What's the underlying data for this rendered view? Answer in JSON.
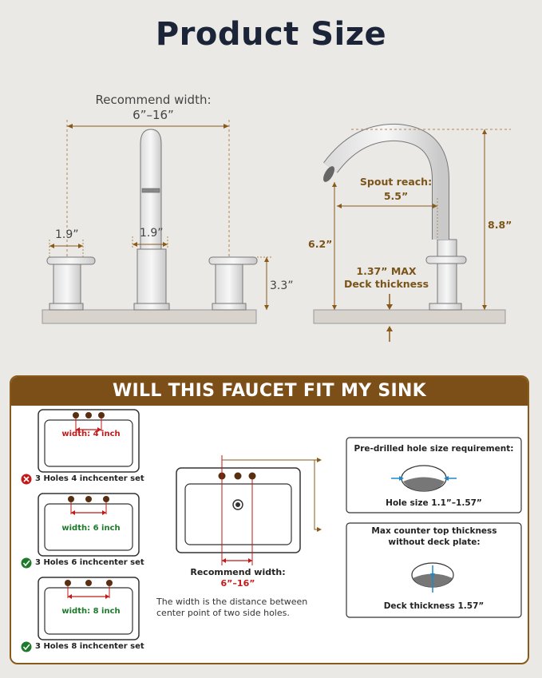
{
  "title": "Product Size",
  "front_view": {
    "recommend_label": "Recommend width:",
    "recommend_value": "6”–16”",
    "handle_width": "1.9”",
    "spout_width": "1.9”",
    "handle_height": "3.3”"
  },
  "side_view": {
    "spout_reach_label": "Spout reach:",
    "spout_reach_value": "5.5”",
    "total_height": "8.8”",
    "spout_height": "6.2”",
    "deck_thickness_value": "1.37” MAX",
    "deck_thickness_label": "Deck thickness"
  },
  "fit_panel": {
    "header": "WILL THIS FAUCET FIT MY SINK",
    "options": [
      {
        "width_label": "width: 4 inch",
        "caption": "3 Holes 4 inchcenter set",
        "status": "no",
        "color": "#c21a1a"
      },
      {
        "width_label": "width: 6 inch",
        "caption": "3 Holes 6 inchcenter set",
        "status": "yes",
        "color": "#1d7a2a"
      },
      {
        "width_label": "width: 8 inch",
        "caption": "3 Holes 8 inchcenter set",
        "status": "yes",
        "color": "#c21a1a"
      }
    ],
    "center_recommend_label": "Recommend width:",
    "center_recommend_value": "6”–16”",
    "center_note": "The width is the distance between center point of two side holes.",
    "hole_box_title": "Pre-drilled hole size requirement:",
    "hole_box_value": "Hole size 1.1”–1.57”",
    "deck_box_title": "Max counter top thickness without deck plate:",
    "deck_box_value": "Deck thickness 1.57”"
  },
  "colors": {
    "accent": "#7b4f17",
    "title": "#1c2438",
    "no": "#c21a1a",
    "yes": "#1d7a2a",
    "arrow_blue": "#1e88c8"
  }
}
